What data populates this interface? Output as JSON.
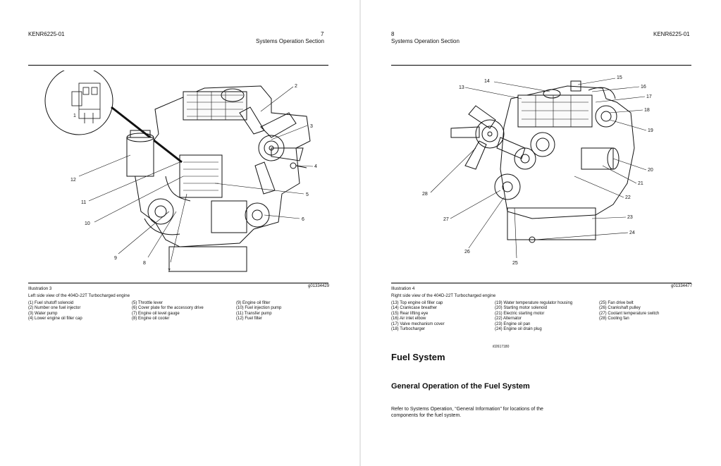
{
  "left_page": {
    "doc_id": "KENR6225-01",
    "page_number": "7",
    "section": "Systems Operation Section",
    "illustration_label": "Illustration 3",
    "illustration_code": "g01334429",
    "caption": "Left side view of the 404D-22T Turbocharged engine",
    "callouts": [
      "1",
      "2",
      "3",
      "4",
      "5",
      "6",
      "7",
      "8",
      "9",
      "10",
      "11",
      "12"
    ],
    "legend_columns": [
      [
        "(1) Fuel shutoff solenoid",
        "(2) Number one fuel injector",
        "(3) Water pump",
        "(4) Lower engine oil filler cap"
      ],
      [
        "(5) Throttle lever",
        "(6) Cover plate for the accessory drive",
        "(7) Engine oil level gauge",
        "(8) Engine oil cooler"
      ],
      [
        "(9) Engine oil filter",
        "(10) Fuel injection pump",
        "(11) Transfer pump",
        "(12) Fuel filter"
      ]
    ]
  },
  "right_page": {
    "doc_id": "KENR6225-01",
    "page_number": "8",
    "section": "Systems Operation Section",
    "illustration_label": "Illustration 4",
    "illustration_code": "g01334477",
    "caption": "Right side view of the 404D-22T Turbocharged engine",
    "callouts": [
      "13",
      "14",
      "15",
      "16",
      "17",
      "18",
      "19",
      "20",
      "21",
      "22",
      "23",
      "24",
      "25",
      "26",
      "27",
      "28"
    ],
    "legend_columns": [
      [
        "(13) Top engine oil filler cap",
        "(14) Crankcase breather",
        "(15) Rear lifting eye",
        "(16) Air inlet elbow",
        "(17) Valve mechanism cover",
        "(18) Turbocharger"
      ],
      [
        "(19) Water temperature regulator housing",
        "(20) Starting motor solenoid",
        "(21) Electric starting motor",
        "(22) Alternator",
        "(23) Engine oil pan",
        "(24) Engine oil drain plug"
      ],
      [
        "(25) Fan drive belt",
        "(26) Crankshaft pulley",
        "(27) Coolant temperature switch",
        "(28) Cooling fan"
      ]
    ],
    "ref_code": "i02617180",
    "heading": "Fuel System",
    "subheading": "General Operation of the Fuel System",
    "body_text": "Refer to Systems Operation, “General Information” for locations of the components for the fuel system."
  }
}
